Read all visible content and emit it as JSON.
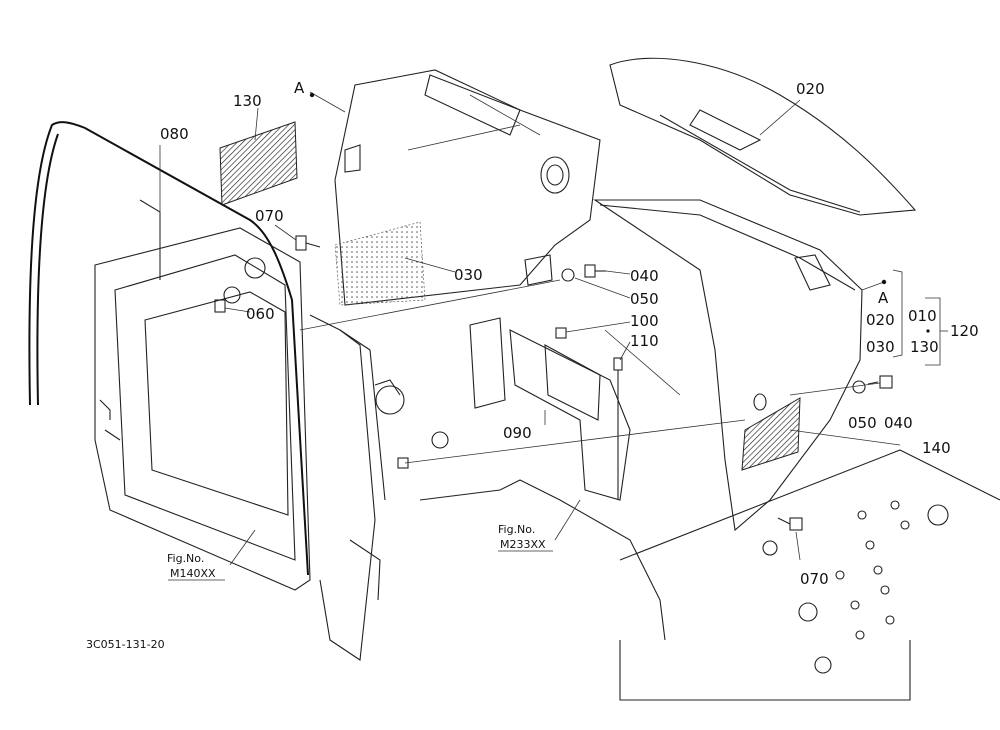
{
  "diagram": {
    "drawing_number": "3C051-131-20",
    "part_numbers": {
      "p130": "130",
      "p080": "080",
      "p070_top": "070",
      "p060": "060",
      "p030": "030",
      "p040_top": "040",
      "p050_top": "050",
      "p020": "020",
      "p100": "100",
      "p110": "110",
      "p090": "090",
      "p050_right": "050",
      "p040_right": "040",
      "p140": "140",
      "p070_bottom": "070"
    },
    "callouts": {
      "ref_A_top": "A",
      "ref_A_right": "A",
      "group_020": "020",
      "group_030": "030",
      "group_010": "010",
      "group_130": "130",
      "group_120": "120"
    },
    "fig_refs": [
      {
        "label": "Fig.No.",
        "number": "M140XX"
      },
      {
        "label": "Fig.No.",
        "number": "M233XX"
      }
    ]
  }
}
